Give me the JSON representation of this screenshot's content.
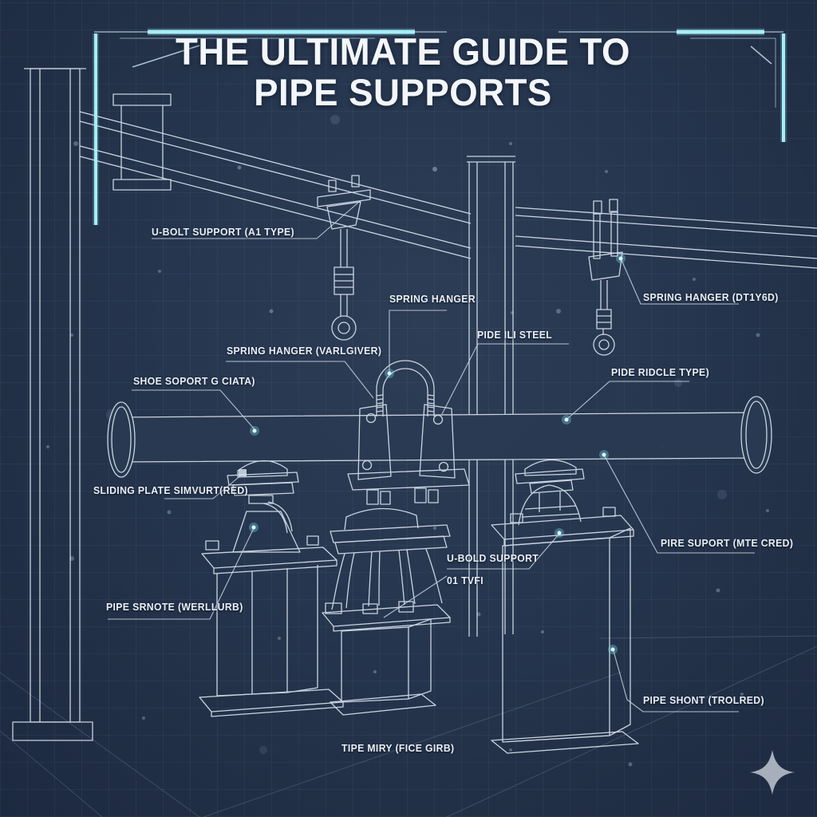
{
  "title": {
    "line1": "THE ULTIMATE GUIDE TO",
    "line2": "PIPE SUPPORTS"
  },
  "labels": {
    "u_bolt_a1": "U-BOLT SUPPORT (A1 TYPE)",
    "spring_hanger": "SPRING HANGER",
    "spring_hanger_right": "SPRING HANGER (DT1Y6D)",
    "spring_hanger_var": "SPRING HANGER (VARLGIVER)",
    "pide_ili_steel": "PIDE ILI STEEL",
    "shoe_soport": "SHOE SOPORT G CIATA)",
    "pide_ridcle": "PIDE RIDCLE TYPE)",
    "sliding_plate": "SLIDING PLATE SIMVURT(RED)",
    "pire_suport": "PIRE SUPORT (MTE CRED)",
    "u_bold_support_line1": "U-BOLD SUPPORT",
    "u_bold_support_line2": "01 TVFI",
    "pipe_srnote": "PIPE SRNOTE (WERLLURB)",
    "pipe_shont": "PIPE SHONT (TROLRED)",
    "tipe_miry": "TIPE MIRY (FICE GIRB)"
  },
  "icons": {
    "sparkle": "four-pointed-star"
  },
  "colors": {
    "background": "#223047",
    "line_art": "#d8e2ed",
    "accent_cyan": "#a5eef8",
    "label_text": "#e9eff6",
    "star": "#b5bec9"
  }
}
